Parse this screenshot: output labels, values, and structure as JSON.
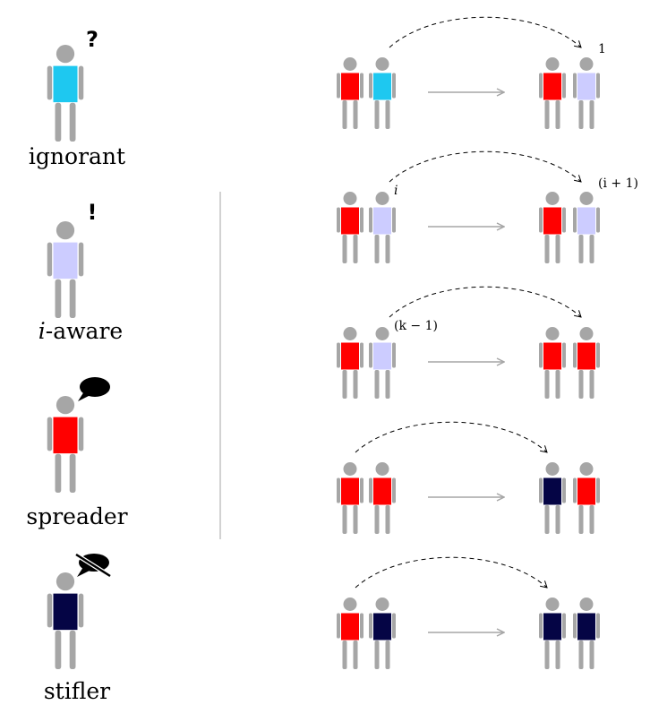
{
  "legend": [
    {
      "id": "ignorant",
      "label": "ignorant",
      "label_prefix": "",
      "color": "#1ec8f0",
      "badge": "question-mark",
      "badge_text": "?"
    },
    {
      "id": "aware",
      "label": "-aware",
      "label_prefix": "i",
      "color": "#ccccff",
      "badge": "exclamation-mark",
      "badge_text": "!"
    },
    {
      "id": "spreader",
      "label": "spreader",
      "label_prefix": "",
      "color": "#ff0000",
      "badge": "speech-bubble",
      "badge_text": ""
    },
    {
      "id": "stifler",
      "label": "stifler",
      "label_prefix": "",
      "color": "#050545",
      "badge": "speech-bubble-crossed",
      "badge_text": ""
    }
  ],
  "transitions": [
    {
      "before": [
        "spreader",
        "ignorant"
      ],
      "after": [
        "spreader",
        "aware"
      ],
      "arc_from": "right",
      "label_before": "",
      "label_after": "1"
    },
    {
      "before": [
        "spreader",
        "aware"
      ],
      "after": [
        "spreader",
        "aware"
      ],
      "arc_from": "right",
      "label_before": "i",
      "label_after": "(i + 1)"
    },
    {
      "before": [
        "spreader",
        "aware"
      ],
      "after": [
        "spreader",
        "spreader"
      ],
      "arc_from": "right",
      "label_before": "(k − 1)",
      "label_after": ""
    },
    {
      "before": [
        "spreader",
        "spreader"
      ],
      "after": [
        "stifler",
        "spreader"
      ],
      "arc_from": "left",
      "label_before": "",
      "label_after": ""
    },
    {
      "before": [
        "spreader",
        "stifler"
      ],
      "after": [
        "stifler",
        "stifler"
      ],
      "arc_from": "left",
      "label_before": "",
      "label_after": ""
    }
  ],
  "colors": {
    "ignorant": "#1ec8f0",
    "aware": "#ccccff",
    "spreader": "#ff0000",
    "stifler": "#050545",
    "skin": "#a6a6a6",
    "arrow": "#a6a6a6",
    "divider": "#b3b3b3"
  }
}
